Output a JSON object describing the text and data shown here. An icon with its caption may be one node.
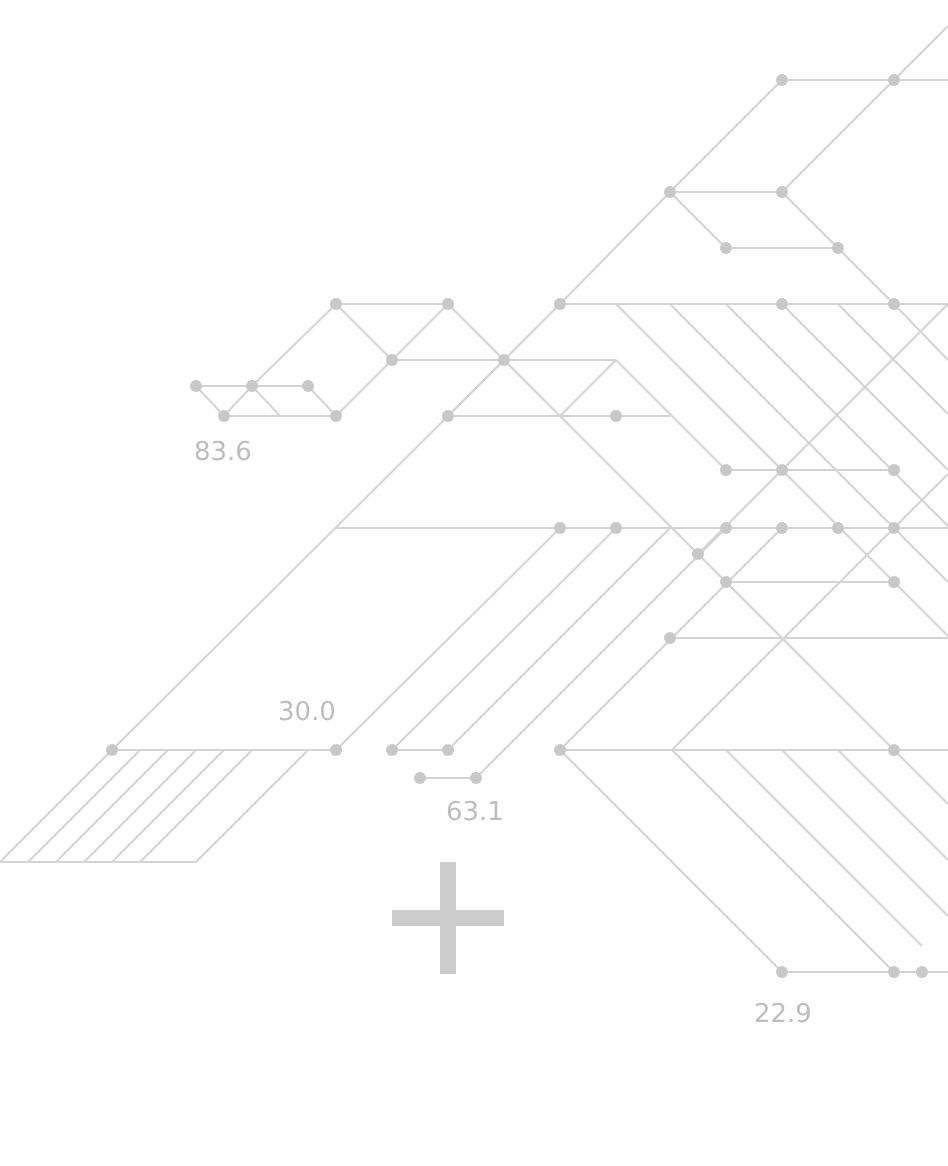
{
  "diagram": {
    "labels": [
      "83.6",
      "30.0",
      "63.1",
      "22.9"
    ]
  }
}
